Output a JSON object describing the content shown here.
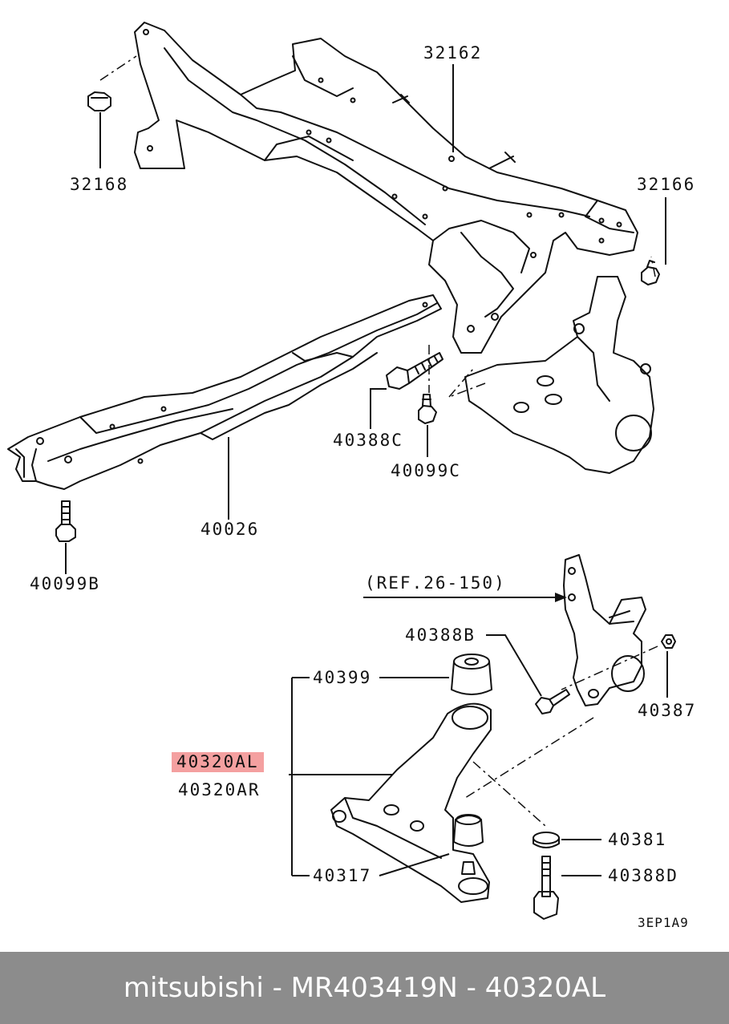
{
  "labels": {
    "p32162": "32162",
    "p32168": "32168",
    "p32166": "32166",
    "p40388c": "40388C",
    "p40099c": "40099C",
    "p40026": "40026",
    "p40099b": "40099B",
    "ref": "(REF.26-150)",
    "p40388b": "40388B",
    "p40399": "40399",
    "p40387": "40387",
    "p40320al": "40320AL",
    "p40320ar": "40320AR",
    "p40381": "40381",
    "p40317": "40317",
    "p40388d": "40388D",
    "code": "3EP1A9"
  },
  "colors": {
    "highlight": "#f4a0a0",
    "footer_bg": "#8c8c8c",
    "footer_text": "#ffffff"
  },
  "footer": {
    "brand": "mitsubishi",
    "part_number": "MR403419",
    "ref_number": "N - 40320AL"
  }
}
